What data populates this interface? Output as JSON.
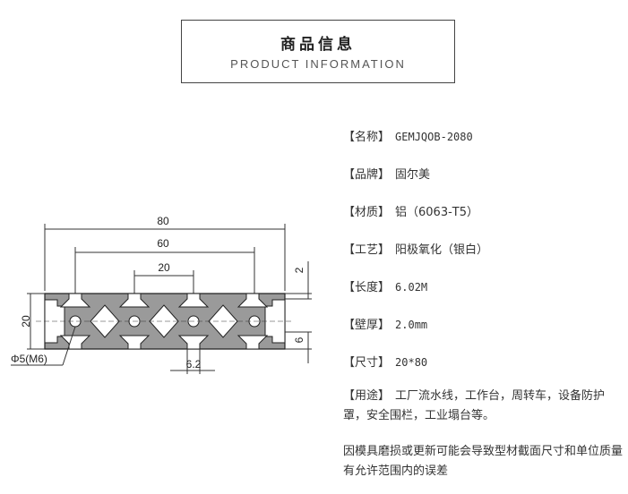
{
  "header": {
    "title_cn": "商品信息",
    "title_en": "PRODUCT INFORMATION"
  },
  "drawing": {
    "dimensions": {
      "overall_width": "80",
      "inner_width": "60",
      "slot_pitch": "20",
      "height": "20",
      "lip": "2",
      "slot_depth": "6",
      "slot_opening": "6.2",
      "hole": "Φ5(M6)"
    }
  },
  "specs": [
    {
      "label": "【名称】",
      "value": "GEMJQOB-2080"
    },
    {
      "label": "【品牌】",
      "value": "固尔美"
    },
    {
      "label": "【材质】",
      "value": "铝（6063-T5）"
    },
    {
      "label": "【工艺】",
      "value": "阳极氧化（银白）"
    },
    {
      "label": "【长度】",
      "value": "6.02M"
    },
    {
      "label": "【壁厚】",
      "value": "2.0mm"
    },
    {
      "label": "【尺寸】",
      "value": "20*80"
    },
    {
      "label": "【用途】",
      "value": "工厂流水线，工作台，周转车，设备防护罩，安全围栏，工业塌台等。"
    }
  ],
  "note": "因模具磨损或更新可能会导致型材截面尺寸和单位质量有允许范围内的误差"
}
